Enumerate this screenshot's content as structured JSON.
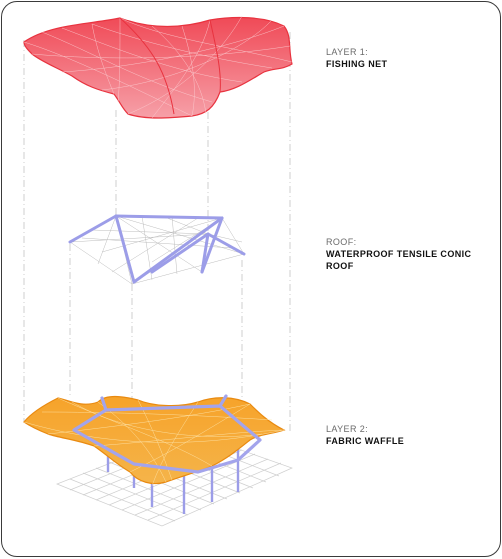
{
  "labels": {
    "fishing_net": {
      "line1": "LAYER 1:",
      "line2": "FISHING NET"
    },
    "roof": {
      "line1": "ROOF:",
      "line2": "WATERPROOF TENSILE CONIC ROOF"
    },
    "fabric_waffle": {
      "line1": "LAYER 2:",
      "line2": "FABRIC WAFFLE"
    }
  },
  "colors": {
    "frame_border": "#3a3a3a",
    "net_red": "#ef3b4a",
    "net_mesh": "#f7a3aa",
    "roof_frame": "#9c9de8",
    "roof_mesh": "#b9b9b9",
    "waffle_orange": "#f39a1f",
    "waffle_light": "#fbc15c",
    "grid_gray": "#c9c9c9",
    "guide_line": "#c4c4c4"
  }
}
